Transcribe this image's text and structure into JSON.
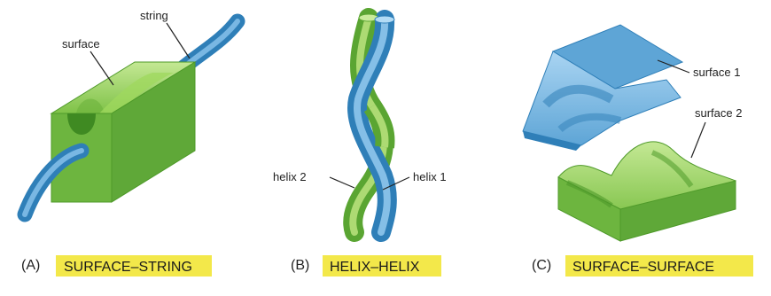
{
  "panels": [
    {
      "letter": "(A)",
      "caption": "SURFACE–STRING",
      "labels": {
        "surface": "surface",
        "string": "string"
      }
    },
    {
      "letter": "(B)",
      "caption": "HELIX–HELIX",
      "labels": {
        "helix2": "helix 2",
        "helix1": "helix 1"
      }
    },
    {
      "letter": "(C)",
      "caption": "SURFACE–SURFACE",
      "labels": {
        "surface1": "surface 1",
        "surface2": "surface 2"
      }
    }
  ],
  "colors": {
    "green": "#8fcd4a",
    "green_dark": "#4f9a2a",
    "blue": "#6fb3de",
    "blue_dark": "#2f7fb8",
    "caption_highlight": "#f3e84a"
  }
}
